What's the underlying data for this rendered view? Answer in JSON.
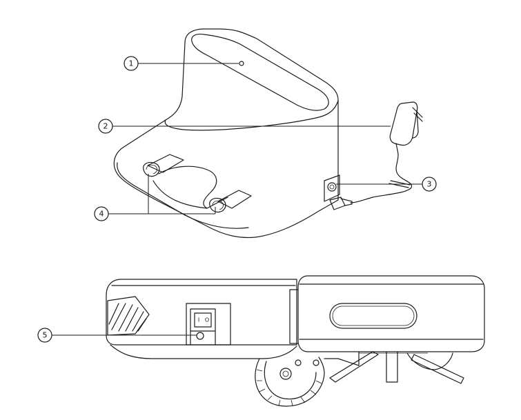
{
  "callouts": [
    {
      "id": "1",
      "label": "1"
    },
    {
      "id": "2",
      "label": "2"
    },
    {
      "id": "3",
      "label": "3"
    },
    {
      "id": "4",
      "label": "4"
    },
    {
      "id": "5",
      "label": "5"
    }
  ],
  "switch_marks": {
    "on": "I",
    "off": "O"
  },
  "colors": {
    "line": "#1a1a1a",
    "background": "#ffffff"
  }
}
